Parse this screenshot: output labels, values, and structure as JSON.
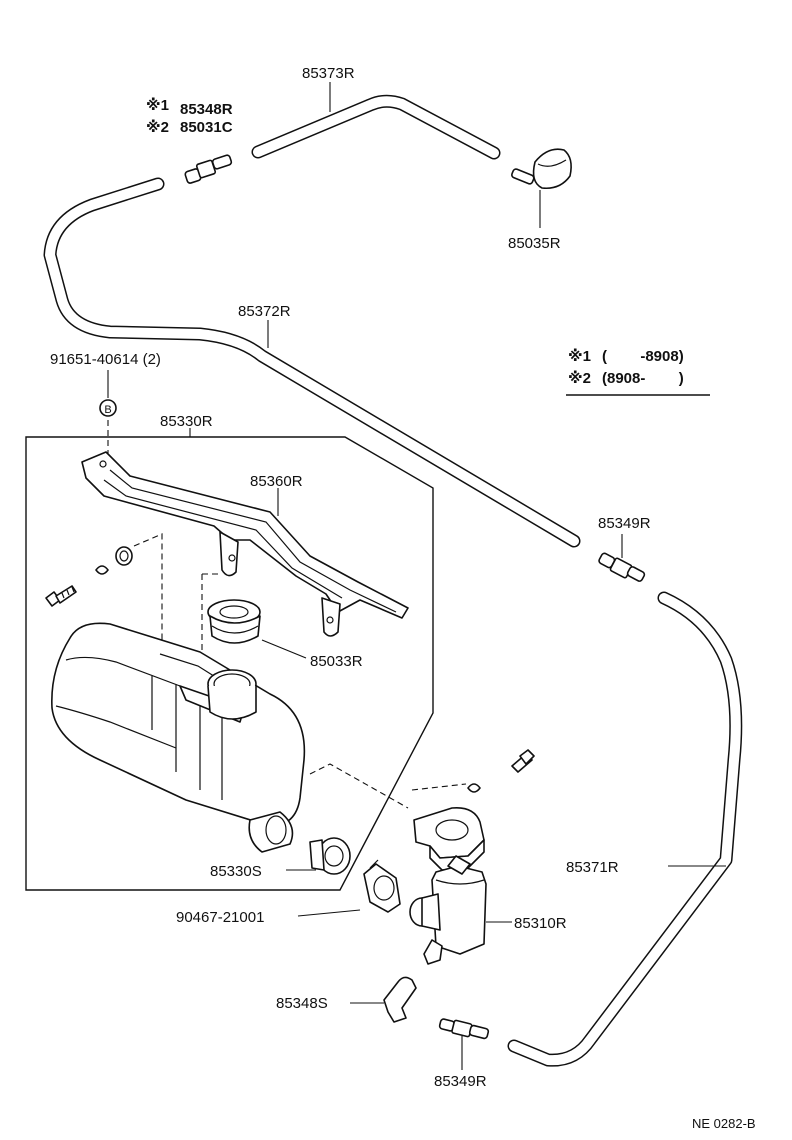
{
  "diagram": {
    "labels": {
      "hose_top": "85373R",
      "note1_mark": "※1",
      "note1_part": "85348R",
      "note2_mark": "※2",
      "note2_part": "85031C",
      "nozzle": "85035R",
      "hose_long": "85372R",
      "clip": "91651-40614 (2)",
      "tank_assy": "85330R",
      "bracket": "85360R",
      "cap": "85033R",
      "joint_right": "85349R",
      "hose_right": "85371R",
      "grommet": "85330S",
      "clamp": "90467-21001",
      "motor": "85310R",
      "elbow": "85348S",
      "joint_bottom": "85349R",
      "clip_marker": "B",
      "ref_code": "NE 0282-B"
    },
    "legend": {
      "row1_mark": "※1",
      "row1_range": "(        -8908)",
      "row2_mark": "※2",
      "row2_range": "(8908-        )"
    }
  }
}
